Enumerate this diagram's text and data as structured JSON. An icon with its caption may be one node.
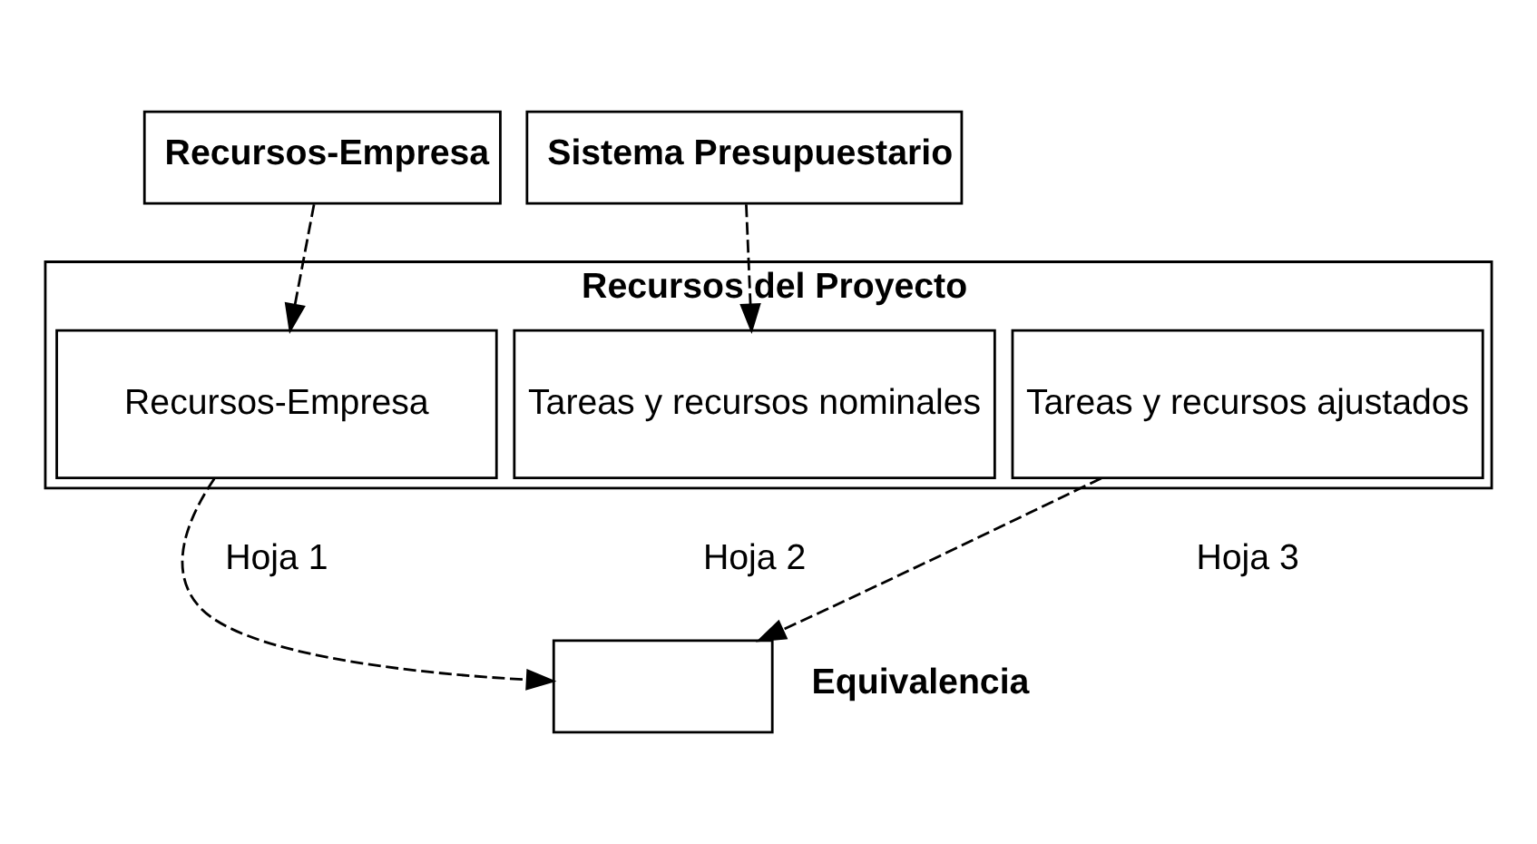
{
  "diagram": {
    "nodes": [
      {
        "text": [
          "Recursos-Empresa"
        ]
      },
      {
        "text": [
          "Sistema Presupuestario"
        ]
      },
      {
        "text": [
          "Recursos del Proyecto"
        ]
      },
      {
        "text": [
          "Recursos-Empresa"
        ],
        "in": 2,
        "beside": [
          "Hoja 1"
        ]
      },
      {
        "text": [
          "Tareas y recursos nominales"
        ],
        "in": 2,
        "beside": [
          "Hoja 2"
        ]
      },
      {
        "text": [
          "Tareas y recursos ajustados"
        ],
        "in": 2,
        "beside": [
          "Hoja 3"
        ]
      },
      {
        "text": [],
        "shape": "box"
      }
    ],
    "edges": [
      {
        "from": 0,
        "to": 3,
        "arrow": "to",
        "style": "dashed"
      },
      {
        "from": 1,
        "to": 4,
        "arrow": "to",
        "style": "dashed"
      },
      {
        "from": 3,
        "to": 6,
        "arrow": "to",
        "style": "dashed"
      },
      {
        "from": 5,
        "to": 6,
        "arrow": "to",
        "style": "dashed"
      }
    ],
    "labels": [
      "Equivalencia"
    ]
  }
}
